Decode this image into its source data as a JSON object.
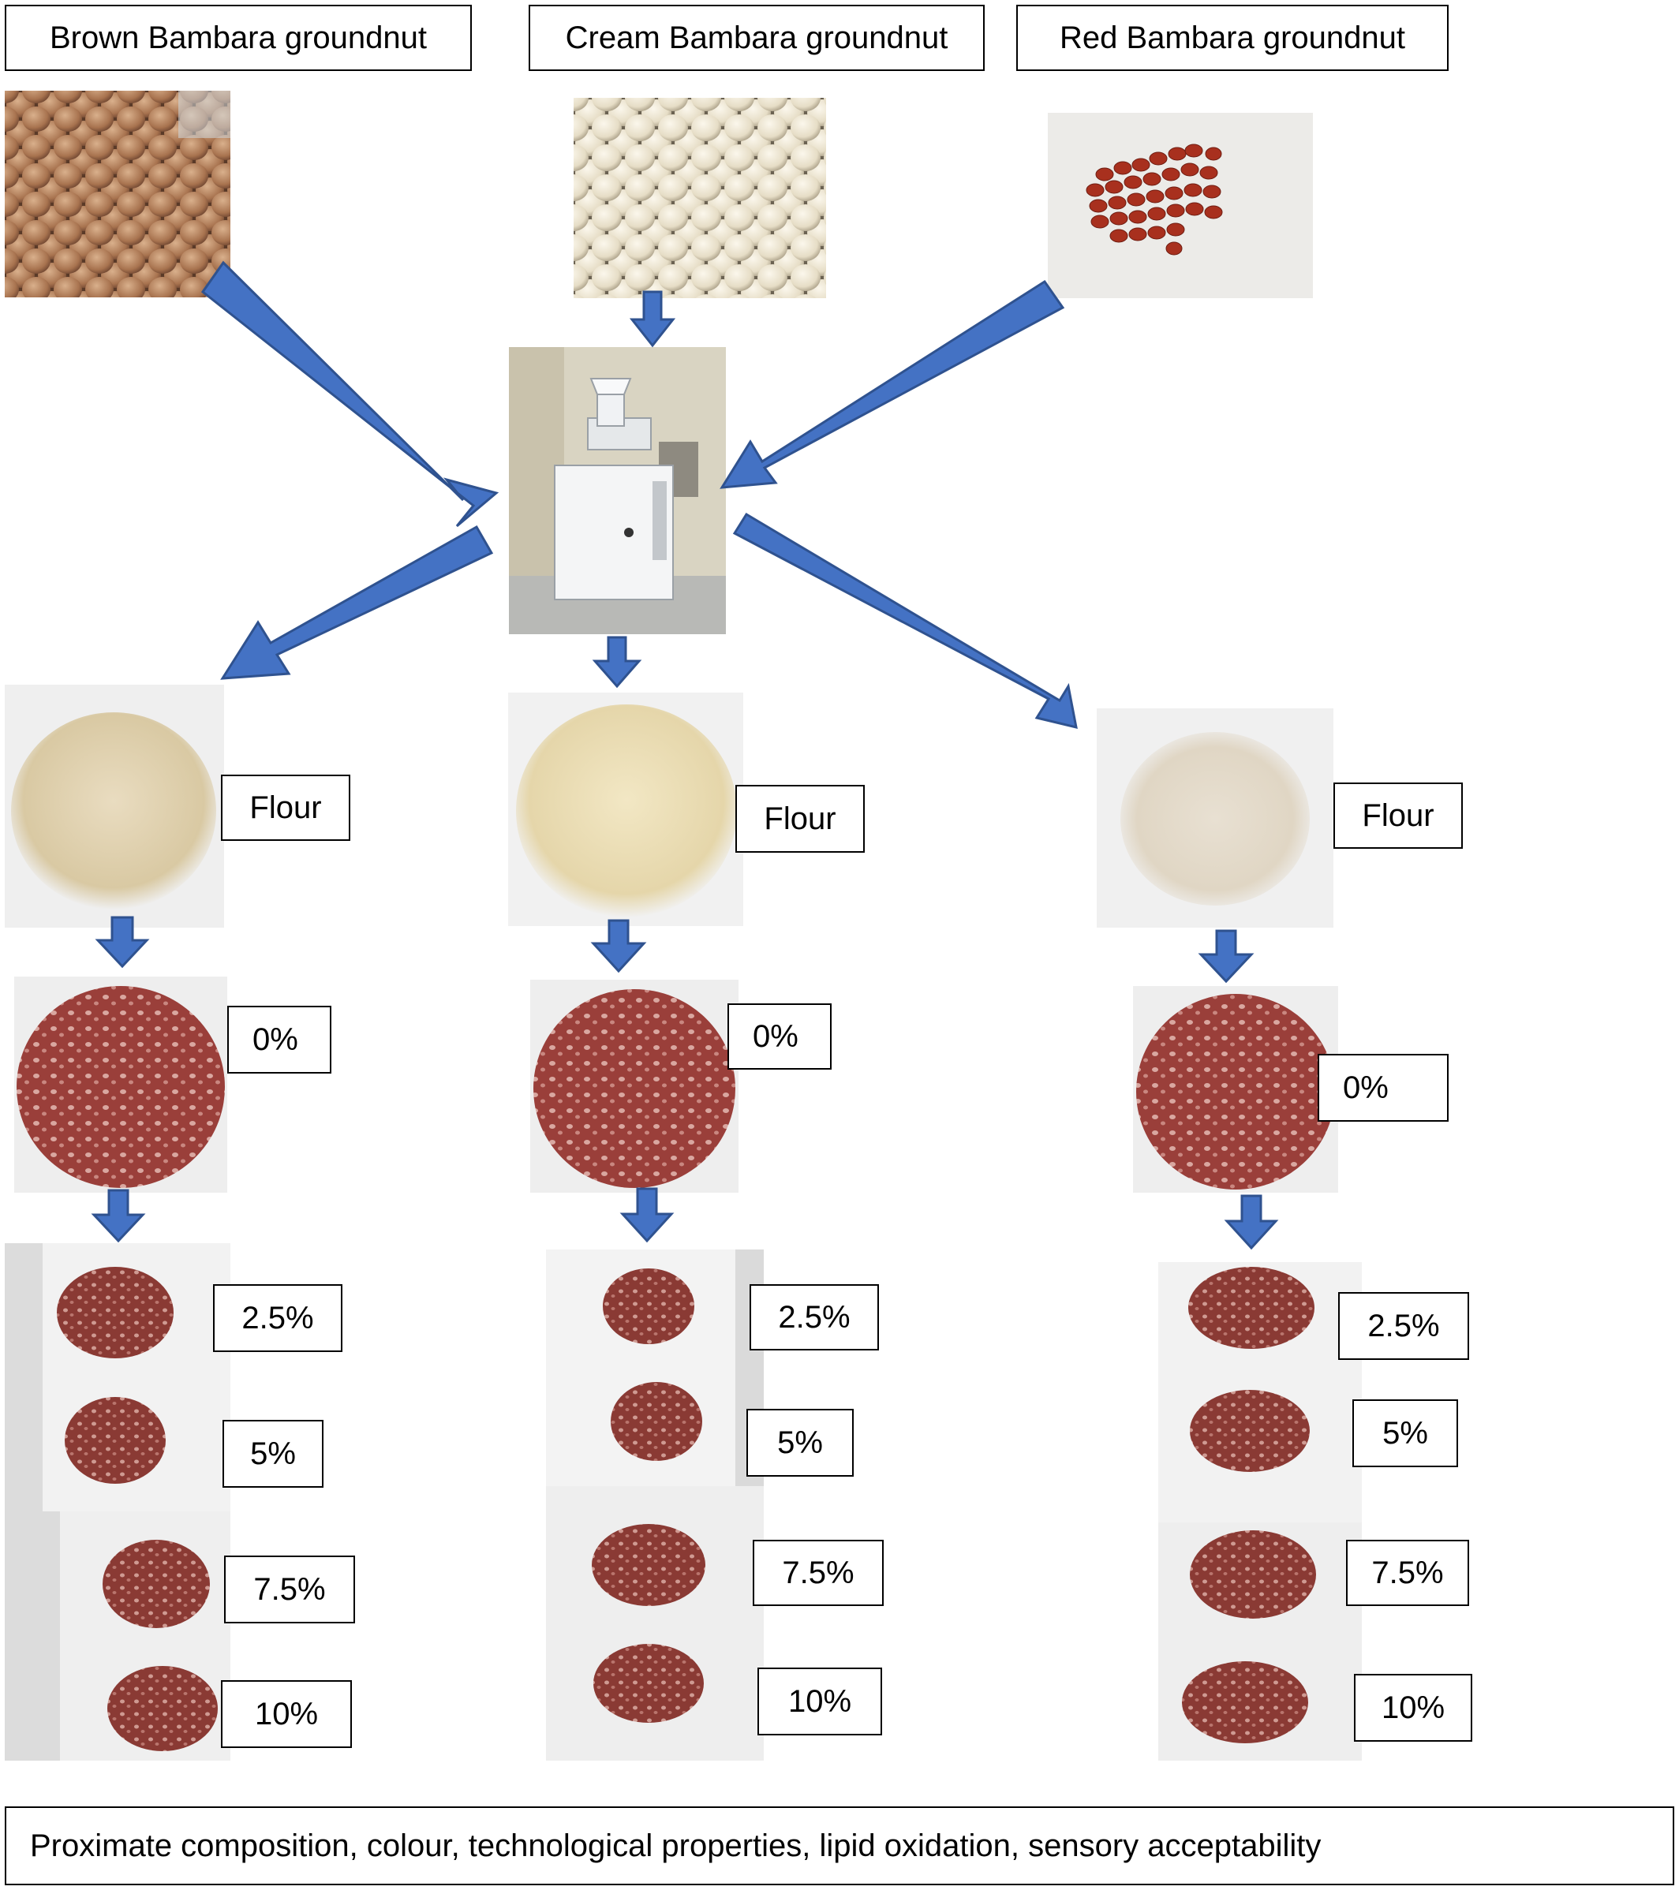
{
  "varieties": {
    "brown": "Brown Bambara groundnut",
    "cream": "Cream Bambara groundnut",
    "red": "Red Bambara groundnut"
  },
  "flour_label": "Flour",
  "levels": [
    "0%",
    "2.5%",
    "5%",
    "7.5%",
    "10%"
  ],
  "analyses": "Proximate composition, colour, technological properties, lipid oxidation, sensory acceptability",
  "colors": {
    "arrow_fill": "#4472c4",
    "arrow_stroke": "#2f528f",
    "brown_seed": "#a8734f",
    "cream_seed": "#e6ddc6",
    "red_seed": "#a8301e",
    "flour": "#e9dcc0",
    "patty": "#9a3f3a",
    "patty_fat": "#d9a7a0"
  }
}
